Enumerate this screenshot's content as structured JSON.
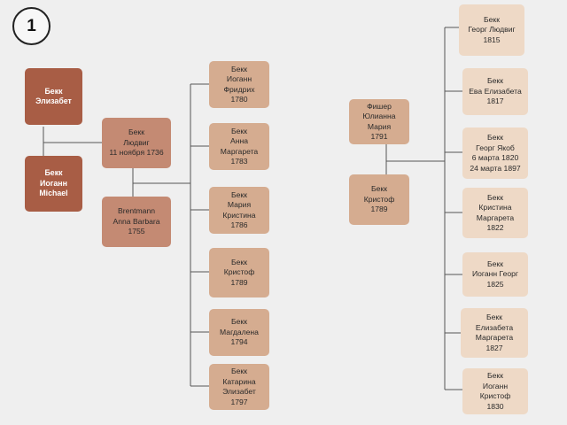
{
  "page_number": "1",
  "colors": {
    "background": "#efefef",
    "grandparents": "#a85d45",
    "parents": "#c48a73",
    "children": "#d5ac90",
    "grandchildren": "#eed9c6",
    "connector": "#555555"
  },
  "family_1": {
    "grandparents": [
      {
        "lines": [
          "Бекк",
          "Элизабет"
        ]
      },
      {
        "lines": [
          "Бекк",
          "Иоганн",
          "Michael"
        ]
      }
    ],
    "parents": [
      {
        "lines": [
          "Бекк",
          "Людвиг",
          "11 ноября 1736"
        ]
      },
      {
        "lines": [
          "Brentmann",
          "Anna Barbara",
          "1755"
        ]
      }
    ],
    "children": [
      {
        "lines": [
          "Бекк",
          "Иоганн",
          "Фридрих",
          "1780"
        ]
      },
      {
        "lines": [
          "Бекк",
          "Анна",
          "Маргарета",
          "1783"
        ]
      },
      {
        "lines": [
          "Бекк",
          "Мария",
          "Кристина",
          "1786"
        ]
      },
      {
        "lines": [
          "Бекк",
          "Кристоф",
          "1789"
        ]
      },
      {
        "lines": [
          "Бекк",
          "Магдалена",
          "1794"
        ]
      },
      {
        "lines": [
          "Бекк",
          "Катарина",
          "Элизабет",
          "1797"
        ]
      }
    ]
  },
  "family_2": {
    "parents": [
      {
        "lines": [
          "Фишер",
          "Юлианна",
          "Мария",
          "1791"
        ]
      },
      {
        "lines": [
          "Бекк",
          "Кристоф",
          "1789"
        ]
      }
    ],
    "children": [
      {
        "lines": [
          "Бекк",
          "Георг Людвиг",
          "1815"
        ]
      },
      {
        "lines": [
          "Бекк",
          "Ева Елизабета",
          "1817"
        ]
      },
      {
        "lines": [
          "Бекк",
          "Георг Якоб",
          "6 марта 1820",
          "24 марта 1897"
        ]
      },
      {
        "lines": [
          "Бекк",
          "Кристина",
          "Маргарета",
          "1822"
        ]
      },
      {
        "lines": [
          "Бекк",
          "Иоганн Георг",
          "1825"
        ]
      },
      {
        "lines": [
          "Бекк",
          "Елизабета",
          "Маргарета",
          "1827"
        ]
      },
      {
        "lines": [
          "Бекк",
          "Иоганн",
          "Кристоф",
          "1830"
        ]
      }
    ]
  }
}
